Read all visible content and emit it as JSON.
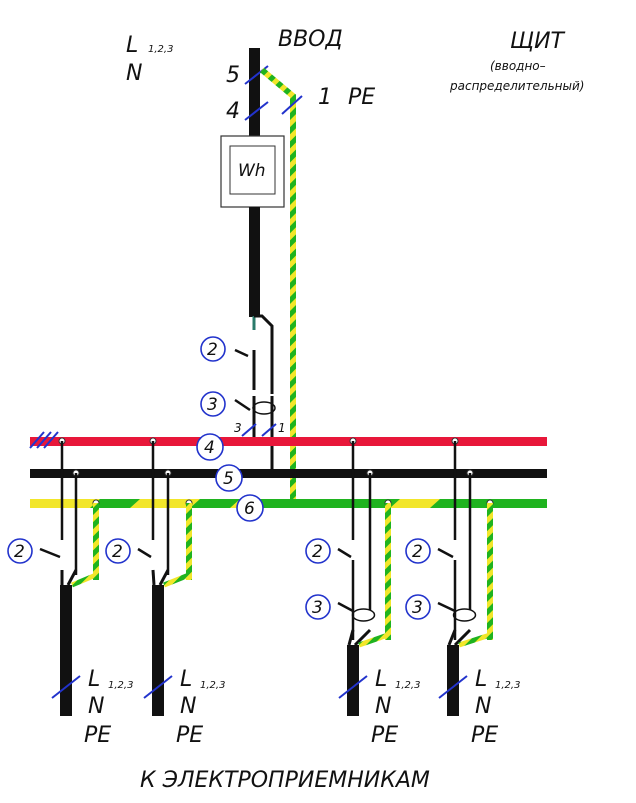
{
  "diagram": {
    "title": "ВВОД",
    "bottom_label": "К ЭЛЕКТРОПРИЕМНИКАМ",
    "panel": {
      "title": "ЩИТ",
      "subtitle_line1": "(вводно–",
      "subtitle_line2": "распределительный)"
    },
    "legend": {
      "line_L": "L",
      "line_L_sub": "1,2,3",
      "line_N": "N"
    },
    "input": {
      "count_5": "5",
      "count_4": "4",
      "count_1": "1",
      "pe_label": "PE"
    },
    "meter_label": "Wh",
    "callouts": {
      "main_breaker": "2",
      "main_rcd": "3",
      "bus_L": "4",
      "bus_N": "5",
      "bus_PE": "6",
      "feeder_breaker": "2",
      "feeder_rcd": "3"
    },
    "rcd_pole_labels": {
      "left": "3",
      "right": "1"
    },
    "outlet_labels": {
      "L": "L",
      "L_sub": "1,2,3",
      "N": "N",
      "PE": "PE"
    },
    "colors": {
      "bus_L": "#e8173a",
      "bus_N": "#111111",
      "bus_PE_yellow": "#f2e62a",
      "bus_PE_green": "#1fb31f",
      "callout_stroke": "#2233cc",
      "slash": "#2233cc"
    }
  }
}
